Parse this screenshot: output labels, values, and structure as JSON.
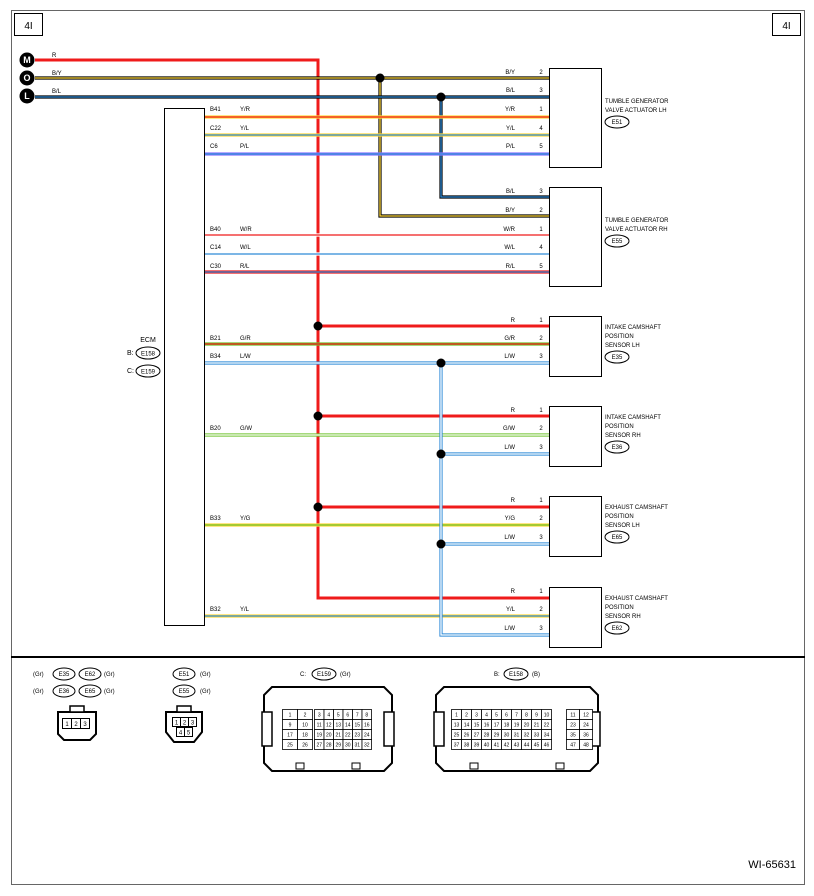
{
  "page": {
    "corner_left": "4I",
    "corner_right": "4I",
    "figure_id": "WI-65631"
  },
  "colors": {
    "R": "#ef1b1b",
    "B": "#000000",
    "Y": "#ffd83a",
    "L": "#2f8bd8",
    "O": "#ff9c1c",
    "G": "#6fc22d",
    "P": "#8a76ff",
    "W": "#ffffff",
    "frame": "#666666"
  },
  "power": [
    {
      "letter": "M",
      "wire": "R"
    },
    {
      "letter": "O",
      "wire": "B/Y"
    },
    {
      "letter": "L",
      "wire": "B/L"
    }
  ],
  "ecm": {
    "title": "ECM",
    "b_prefix": "B:",
    "b_code": "E158",
    "c_prefix": "C:",
    "c_code": "E159"
  },
  "ecm_pins": [
    {
      "pin": "B41",
      "wire": "Y/R"
    },
    {
      "pin": "C22",
      "wire": "Y/L"
    },
    {
      "pin": "C6",
      "wire": "P/L"
    },
    {
      "pin": "B40",
      "wire": "W/R"
    },
    {
      "pin": "C14",
      "wire": "W/L"
    },
    {
      "pin": "C30",
      "wire": "R/L"
    },
    {
      "pin": "B21",
      "wire": "G/R"
    },
    {
      "pin": "B34",
      "wire": "L/W"
    },
    {
      "pin": "B20",
      "wire": "G/W"
    },
    {
      "pin": "B33",
      "wire": "Y/G"
    },
    {
      "pin": "B32",
      "wire": "Y/L"
    }
  ],
  "components": [
    {
      "lines": [
        "TUMBLE GENERATOR",
        "VALVE ACTUATOR LH"
      ],
      "code": "E51",
      "pins": [
        {
          "n": "2",
          "w": "B/Y"
        },
        {
          "n": "3",
          "w": "B/L"
        },
        {
          "n": "1",
          "w": "Y/R"
        },
        {
          "n": "4",
          "w": "Y/L"
        },
        {
          "n": "5",
          "w": "P/L"
        }
      ]
    },
    {
      "lines": [
        "TUMBLE GENERATOR",
        "VALVE ACTUATOR RH"
      ],
      "code": "E55",
      "pins": [
        {
          "n": "3",
          "w": "B/L"
        },
        {
          "n": "2",
          "w": "B/Y"
        },
        {
          "n": "1",
          "w": "W/R"
        },
        {
          "n": "4",
          "w": "W/L"
        },
        {
          "n": "5",
          "w": "R/L"
        }
      ]
    },
    {
      "lines": [
        "INTAKE CAMSHAFT",
        "POSITION",
        "SENSOR LH"
      ],
      "code": "E35",
      "pins": [
        {
          "n": "1",
          "w": "R"
        },
        {
          "n": "2",
          "w": "G/R"
        },
        {
          "n": "3",
          "w": "L/W"
        }
      ]
    },
    {
      "lines": [
        "INTAKE CAMSHAFT",
        "POSITION",
        "SENSOR RH"
      ],
      "code": "E36",
      "pins": [
        {
          "n": "1",
          "w": "R"
        },
        {
          "n": "2",
          "w": "G/W"
        },
        {
          "n": "3",
          "w": "L/W"
        }
      ]
    },
    {
      "lines": [
        "EXHAUST CAMSHAFT",
        "POSITION",
        "SENSOR LH"
      ],
      "code": "E65",
      "pins": [
        {
          "n": "1",
          "w": "R"
        },
        {
          "n": "2",
          "w": "Y/G"
        },
        {
          "n": "3",
          "w": "L/W"
        }
      ]
    },
    {
      "lines": [
        "EXHAUST CAMSHAFT",
        "POSITION",
        "SENSOR RH"
      ],
      "code": "E62",
      "pins": [
        {
          "n": "1",
          "w": "R"
        },
        {
          "n": "2",
          "w": "Y/L"
        },
        {
          "n": "3",
          "w": "L/W"
        }
      ]
    }
  ],
  "legend": {
    "group1": {
      "codes": [
        "E35",
        "E62",
        "E36",
        "E65"
      ],
      "color": "(Gr)",
      "pins": [
        "1",
        "2",
        "3"
      ]
    },
    "group2": {
      "codes": [
        "E51",
        "E55"
      ],
      "color": "(Gr)",
      "pins": [
        "1",
        "2",
        "3",
        "4",
        "5"
      ]
    },
    "c_conn": {
      "prefix": "C:",
      "code": "E159",
      "color": "(Gr)",
      "left": [
        [
          "1",
          "2"
        ],
        [
          "9",
          "10"
        ],
        [
          "17",
          "18"
        ],
        [
          "25",
          "26"
        ]
      ],
      "right": [
        [
          "3",
          "4",
          "5",
          "6",
          "7",
          "8"
        ],
        [
          "11",
          "12",
          "13",
          "14",
          "15",
          "16"
        ],
        [
          "19",
          "20",
          "21",
          "22",
          "23",
          "24"
        ],
        [
          "27",
          "28",
          "29",
          "30",
          "31",
          "32"
        ]
      ]
    },
    "b_conn": {
      "prefix": "B:",
      "code": "E158",
      "color": "(B)",
      "mid": [
        [
          "1",
          "2",
          "3",
          "4",
          "5",
          "6",
          "7",
          "8",
          "9",
          "10"
        ],
        [
          "13",
          "14",
          "15",
          "16",
          "17",
          "18",
          "19",
          "20",
          "21",
          "22"
        ],
        [
          "25",
          "26",
          "27",
          "28",
          "29",
          "30",
          "31",
          "32",
          "33",
          "34"
        ],
        [
          "37",
          "38",
          "39",
          "40",
          "41",
          "42",
          "43",
          "44",
          "45",
          "46"
        ]
      ],
      "right": [
        [
          "11",
          "12"
        ],
        [
          "23",
          "24"
        ],
        [
          "35",
          "36"
        ],
        [
          "47",
          "48"
        ]
      ]
    }
  }
}
